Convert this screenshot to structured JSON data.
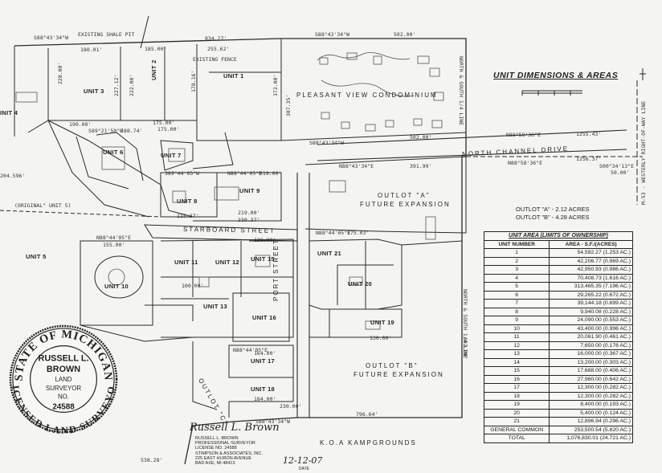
{
  "title": "UNIT DIMENSIONS & AREAS",
  "labels": {
    "existing_shale_pit": "EXISTING SHALE PIT",
    "existing_fence": "EXISTING FENCE",
    "condominium": "PLEASANT VIEW CONDOMINIUM",
    "north_channel_drive": "NORTH  CHANNEL  DRIVE",
    "starboard_street": "STARBOARD  STREET",
    "port_street": "PORT  STREET",
    "outlot_a_1": "OUTLOT \"A\"",
    "outlot_a_2": "FUTURE EXPANSION",
    "outlot_b_1": "OUTLOT \"B\"",
    "outlot_b_2": "FUTURE EXPANSION",
    "outlot_c": "OUTLOT \"C\"",
    "koa": "K.O.A  KAMPGROUNDS",
    "original_unit5": "(ORIGINAL\" UNIT 5)",
    "row_line": "M-53 - WESTERLY RIGHT-OF-WAY LINE",
    "section_line_east": "NORTH & SOUTH 1/4 LINE",
    "section_line_top": "NORTH & SOUTH 1/4 LINE"
  },
  "units": {
    "u1": "UNIT 1",
    "u2": "UNIT 2",
    "u3": "UNIT 3",
    "u4": "INIT 4",
    "u5": "UNIT 5",
    "u6": "UNIT 6",
    "u7": "UNIT 7",
    "u8": "UNIT 8",
    "u9": "UNIT 9",
    "u10": "UNIT 10",
    "u11": "UNIT 11",
    "u12": "UNIT 12",
    "u13": "UNIT 13",
    "u15": "UNIT 15",
    "u16": "UNIT 16",
    "u17": "UNIT 17",
    "u18": "UNIT 18",
    "u19": "UNIT 19",
    "u20": "UNIT 20",
    "u21": "UNIT 21"
  },
  "dimensions": {
    "d1": "S88°43'34\"W",
    "d2": "834.27'",
    "d3": "S88°43'34\"W",
    "d4": "502.00'",
    "d5": "180.01'",
    "d6": "185.00'",
    "d7": "255.62'",
    "d8": "S88°43'34\"W",
    "d9": "502.00'",
    "d10": "N88°58'36\"E",
    "d11": "1255.43'",
    "d12": "N88°58'36\"E",
    "d13": "1256.37'",
    "d14": "S00°34'13\"E",
    "d15": "50.00'",
    "d16": "N88°43'34\"E",
    "d17": "391.99'",
    "d18": "219.00'",
    "d19": "330.37'",
    "d20": "N88°44'05\"E",
    "d21": "175.00'",
    "d22": "190.00'",
    "d23": "S89°21'50\"W",
    "d24": "188.74'",
    "d25": "175.00'",
    "d26": "N88°44'05\"E",
    "d27": "219.00'",
    "d28": "204.596'",
    "d29": "N88°44'05\"E",
    "d30": "155.00'",
    "d31": "796.64'",
    "d32": "S88°43'34\"W",
    "d33": "230.00'",
    "d34": "538.28'",
    "d35": "692.89'",
    "d36": "164.00'",
    "d37": "184.00'",
    "d38": "130.00'",
    "d39": "100.00'",
    "d40": "228.00'",
    "d41": "227.12'",
    "d42": "178.16'",
    "d43": "222.00'",
    "d44": "372.00'",
    "d45": "387.35'",
    "d46": "136.00'",
    "d47": "115.37'",
    "d48": "175.03'",
    "d49": "S89°44'05\"W",
    "d50": "N88°44'05\"E"
  },
  "outlot_areas": [
    {
      "name": "OUTLOT \"A\"",
      "area": "- 2.12 ACRES"
    },
    {
      "name": "OUTLOT \"B\"",
      "area": "- 4.28 ACRES"
    }
  ],
  "area_table": {
    "caption": "UNIT AREA (LIMITS OF OWNERSHIP)",
    "headers": [
      "UNIT NUMBER",
      "AREA - S.F./(ACRES)"
    ],
    "rows": [
      [
        "1",
        "54,582.27 (1.253 AC.)"
      ],
      [
        "2",
        "42,206.77 (0.969 AC.)"
      ],
      [
        "3",
        "42,950.93 (0.986 AC.)"
      ],
      [
        "4",
        "70,408.73 (1.616 AC.)"
      ],
      [
        "5",
        "313,465.35 (7.196 AC.)"
      ],
      [
        "6",
        "29,265.22 (0.672 AC.)"
      ],
      [
        "7",
        "39,144.18 (0.899 AC.)"
      ],
      [
        "8",
        "9,940.08 (0.228 AC.)"
      ],
      [
        "9",
        "24,090.00 (0.553 AC.)"
      ],
      [
        "10",
        "43,400.00 (0.996 AC.)"
      ],
      [
        "11",
        "20,061.90 (0.461 AC.)"
      ],
      [
        "12",
        "7,650.00 (0.176 AC.)"
      ],
      [
        "13",
        "16,000.00 (0.367 AC.)"
      ],
      [
        "14",
        "13,200.00 (0.303 AC.)"
      ],
      [
        "15",
        "17,688.00 (0.406 AC.)"
      ],
      [
        "16",
        "27,960.00 (0.642 AC.)"
      ],
      [
        "17",
        "12,300.00 (0.282 AC.)"
      ],
      [
        "18",
        "12,300.00 (0.282 AC.)"
      ],
      [
        "19",
        "8,400.00 (0.193 AC.)"
      ],
      [
        "20",
        "5,400.00 (0.124 AC.)"
      ],
      [
        "21",
        "12,896.94 (0.296 AC.)"
      ],
      [
        "GENERAL COMMON",
        "253,500.54 (5.820 AC.)"
      ],
      [
        "TOTAL",
        "1,076,830.01 (24.721 AC.)"
      ]
    ]
  },
  "seal": {
    "state": "STATE OF MICHIGAN",
    "licensed": "LICENSED LAND SURVEYOR",
    "name1": "RUSSELL L.",
    "name2": "BROWN",
    "title1": "LAND",
    "title2": "SURVEYOR",
    "no": "NO.",
    "number": "24588"
  },
  "signature": "Russell L. Brown",
  "surveyor_block": [
    "RUSSELL L. BROWN",
    "PROFESSIONAL SURVEYOR",
    "LICENSE NO. 24588",
    "STIMPSON & ASSOCIATES, INC.",
    "225 EAST HURON AVENUE",
    "BAD AXE, MI 48413"
  ],
  "date": "12-12-07",
  "date_caption": "DATE",
  "colors": {
    "ink": "#222222",
    "paper": "#f4f4f1"
  }
}
